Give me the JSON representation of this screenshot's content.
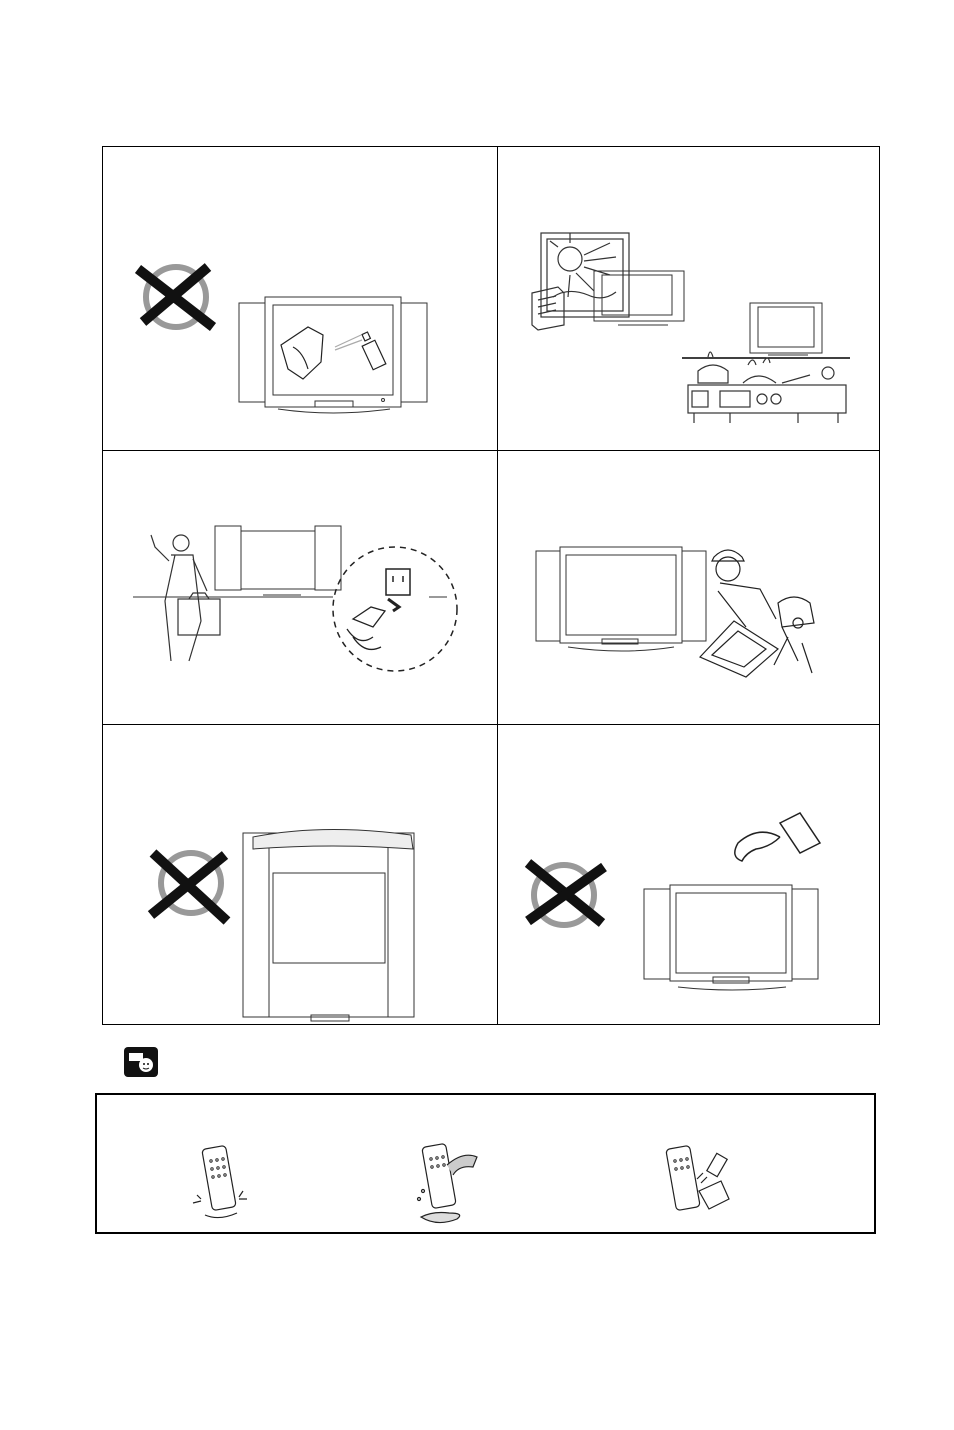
{
  "panels": [
    {
      "id": "panel-cleaning",
      "prohibited": true,
      "icons": [
        "tv-icon",
        "cloth-icon",
        "spray-can-icon",
        "prohibited-icon"
      ]
    },
    {
      "id": "panel-heat-sources",
      "prohibited": false,
      "icons": [
        "sun-window-icon",
        "heater-icon",
        "tv-icon",
        "stove-icon"
      ]
    },
    {
      "id": "panel-unplug",
      "prohibited": false,
      "icons": [
        "person-with-briefcase-icon",
        "tv-icon",
        "wall-outlet-icon",
        "plug-icon"
      ]
    },
    {
      "id": "panel-service",
      "prohibited": false,
      "icons": [
        "tv-icon",
        "technician-icon",
        "tools-icon"
      ]
    },
    {
      "id": "panel-cover-vents",
      "prohibited": true,
      "icons": [
        "tv-icon",
        "cloth-cover-icon",
        "prohibited-icon"
      ]
    },
    {
      "id": "panel-liquids",
      "prohibited": true,
      "icons": [
        "tv-icon",
        "spilling-cup-icon",
        "prohibited-icon"
      ]
    }
  ],
  "note_icon": "note-icon",
  "remote_care": {
    "icons": [
      "dropped-remote-icon",
      "wet-remote-icon",
      "cleaning-remote-icon"
    ]
  }
}
